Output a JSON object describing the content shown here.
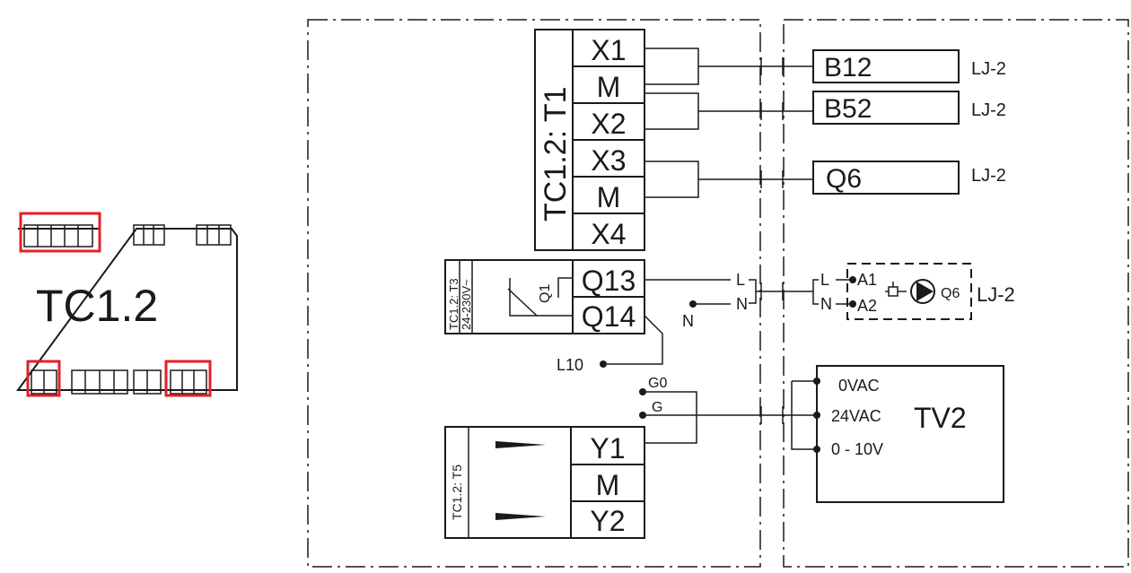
{
  "module": {
    "title": "TC1.2"
  },
  "terminal_block_t1": {
    "label": "TC1.2:  T1",
    "terminals": [
      "X1",
      "M",
      "X2",
      "X3",
      "M",
      "X4"
    ]
  },
  "terminal_block_t3": {
    "label": "TC1.2:  T3",
    "voltage": "24-230V~",
    "relay": "Q1",
    "terminals": [
      "Q13",
      "Q14"
    ]
  },
  "terminal_block_t5": {
    "label": "TC1.2:  T5",
    "terminals": [
      "Y1",
      "M",
      "Y2"
    ]
  },
  "field_devices": {
    "sensor_1": "B12",
    "sensor_2": "B52",
    "device_q6": "Q6",
    "ref": "LJ-2"
  },
  "wires": {
    "live": "L",
    "neutral": "N",
    "l10": "L10",
    "g0": "G0",
    "g": "G"
  },
  "pump": {
    "a1": "A1",
    "a2": "A2",
    "name": "Q6",
    "ref": "LJ-2"
  },
  "valve": {
    "name": "TV2",
    "terminals": [
      "0VAC",
      "24VAC",
      "0 - 10V"
    ]
  }
}
